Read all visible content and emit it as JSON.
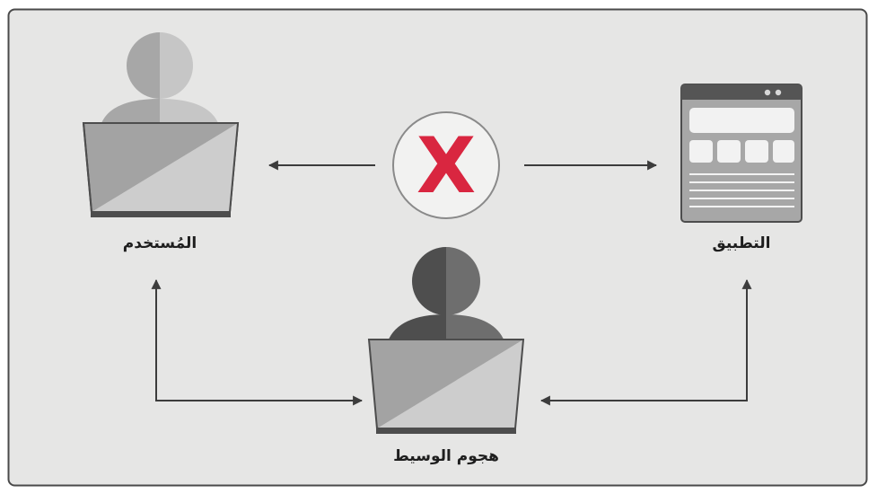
{
  "diagram": {
    "user_label": "المُستخدم",
    "app_label": "التطبيق",
    "attacker_label": "هجوم الوسيط",
    "blocked_symbol": "X"
  },
  "colors": {
    "panel_bg": "#e6e6e5",
    "panel_border": "#4a4a4a",
    "arrow": "#3c3c3c",
    "blocked_mark": "#d92640",
    "blocked_circle": "#f2f2f1",
    "user_figure": "#b7b7b7",
    "attacker_figure": "#5b5b5b"
  },
  "icons": [
    "user-icon",
    "application-window-icon",
    "attacker-icon",
    "blocked-x-icon"
  ]
}
